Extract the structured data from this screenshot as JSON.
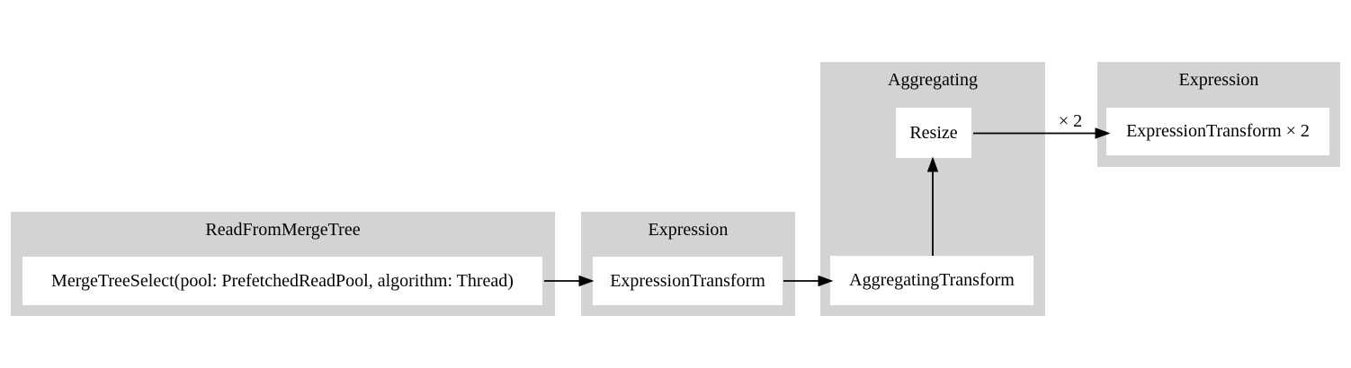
{
  "diagram": {
    "type": "pipeline-graph",
    "colors": {
      "canvas_background": "#ffffff",
      "cluster_fill": "#d3d3d3",
      "node_fill": "#ffffff",
      "edge_color": "#000000",
      "text_color": "#000000"
    },
    "clusters": [
      {
        "title": "ReadFromMergeTree",
        "nodes": [
          {
            "label": "MergeTreeSelect(pool: PrefetchedReadPool, algorithm: Thread)"
          }
        ]
      },
      {
        "title": "Expression",
        "nodes": [
          {
            "label": "ExpressionTransform"
          }
        ]
      },
      {
        "title": "Aggregating",
        "nodes": [
          {
            "label": "AggregatingTransform"
          },
          {
            "label": "Resize"
          }
        ]
      },
      {
        "title": "Expression",
        "nodes": [
          {
            "label": "ExpressionTransform × 2"
          }
        ]
      }
    ],
    "edges": [
      {
        "from": "MergeTreeSelect(pool: PrefetchedReadPool, algorithm: Thread)",
        "to": "ExpressionTransform",
        "label": ""
      },
      {
        "from": "ExpressionTransform",
        "to": "AggregatingTransform",
        "label": ""
      },
      {
        "from": "AggregatingTransform",
        "to": "Resize",
        "label": ""
      },
      {
        "from": "Resize",
        "to": "ExpressionTransform × 2",
        "label": "× 2"
      }
    ]
  }
}
